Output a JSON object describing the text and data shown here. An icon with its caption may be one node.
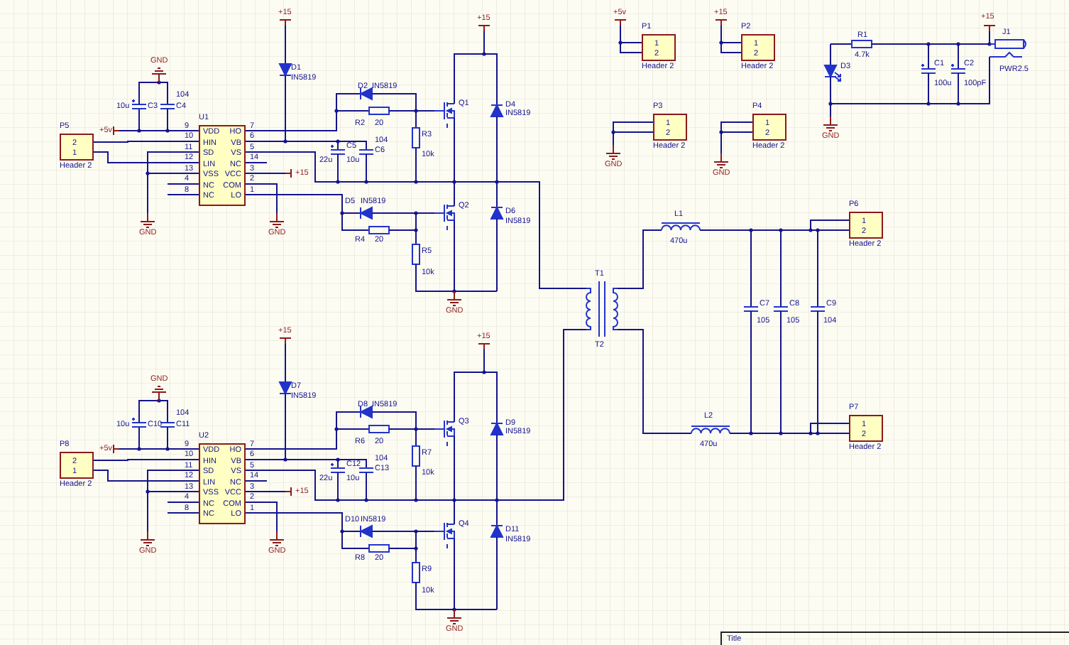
{
  "diagram": {
    "nodes": [
      {
        "text": [
          "P5",
          "2",
          "1"
        ],
        "beside": [
          "Header 2"
        ]
      },
      {
        "text": [
          "U1",
          "VDD",
          "HO",
          "HIN",
          "VB",
          "SD",
          "VS",
          "LIN",
          "NC",
          "VSS",
          "VCC",
          "NC",
          "COM",
          "NC",
          "LO"
        ],
        "beside": [
          "9",
          "7",
          "10",
          "6",
          "11",
          "5",
          "12",
          "14",
          "13",
          "3",
          "4",
          "2",
          "8",
          "1"
        ]
      },
      {
        "text": [
          "P1",
          "1",
          "2"
        ],
        "beside": [
          "Header 2"
        ]
      },
      {
        "text": [
          "P2",
          "1",
          "2"
        ],
        "beside": [
          "Header 2"
        ]
      },
      {
        "text": [
          "P3",
          "1",
          "2"
        ],
        "beside": [
          "Header 2"
        ]
      },
      {
        "text": [
          "P4",
          "1",
          "2"
        ],
        "beside": [
          "Header 2"
        ]
      },
      {
        "text": [
          "P6",
          "1",
          "2"
        ],
        "beside": [
          "Header 2"
        ]
      },
      {
        "text": [
          "P7",
          "1",
          "2"
        ],
        "beside": [
          "Header 2"
        ]
      },
      {
        "text": [
          "P8",
          "2",
          "1"
        ],
        "beside": [
          "Header 2"
        ]
      },
      {
        "text": [
          "U2",
          "VDD",
          "HO",
          "HIN",
          "VB",
          "SD",
          "VS",
          "LIN",
          "NC",
          "VSS",
          "VCC",
          "NC",
          "COM",
          "NC",
          "LO"
        ],
        "beside": [
          "9",
          "7",
          "10",
          "6",
          "11",
          "5",
          "12",
          "14",
          "13",
          "3",
          "4",
          "2",
          "8",
          "1"
        ]
      }
    ],
    "edges": [
      {
        "from": 0,
        "to": 1,
        "arrow": "none"
      },
      {
        "from": 0,
        "to": 1,
        "arrow": "none"
      },
      {
        "from": 8,
        "to": 9,
        "arrow": "none"
      },
      {
        "from": 8,
        "to": 9,
        "arrow": "none"
      }
    ],
    "labels": [
      "+15",
      "GND",
      "104",
      "10u",
      "C3",
      "C4",
      "D1",
      "IN5819",
      "D2",
      "IN5819",
      "+15",
      "Q1",
      "D4",
      "IN5819",
      "R2",
      "20",
      "R3",
      "10k",
      "+5v",
      "C5",
      "104",
      "22u",
      "C6",
      "10u",
      "+15",
      "D5",
      "IN5819",
      "Q2",
      "D6",
      "IN5819",
      "R4",
      "20",
      "R5",
      "10k",
      "GND",
      "GND",
      "GND",
      "+5v",
      "+15",
      "R1",
      "4.7k",
      "D3",
      "C1",
      "C2",
      "100u",
      "100pF",
      "+15",
      "J1",
      "PWR2.5",
      "GND",
      "GND",
      "GND",
      "L1",
      "470u",
      "T1",
      "C7",
      "C8",
      "C9",
      "105",
      "105",
      "104",
      "T2",
      "L2",
      "470u",
      "+15",
      "GND",
      "104",
      "10u",
      "C10",
      "C11",
      "D7",
      "IN5819",
      "D8",
      "IN5819",
      "+15",
      "Q3",
      "D9",
      "IN5819",
      "R6",
      "20",
      "R7",
      "10k",
      "+5v",
      "C12",
      "104",
      "22u",
      "C13",
      "10u",
      "+15",
      "D10",
      "IN5819",
      "Q4",
      "D11",
      "IN5819",
      "R8",
      "20",
      "R9",
      "10k",
      "GND",
      "GND",
      "GND",
      "Title"
    ]
  }
}
